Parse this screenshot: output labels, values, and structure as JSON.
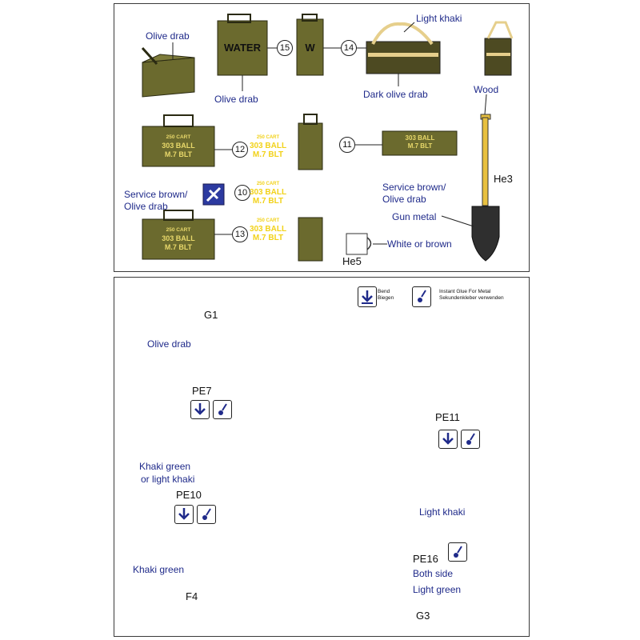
{
  "top": {
    "labels": {
      "olive_drab_1": "Olive drab",
      "olive_drab_2": "Olive drab",
      "light_khaki": "Light khaki",
      "dark_olive_drab": "Dark olive drab",
      "wood": "Wood",
      "he3": "He3",
      "service_brown_1a": "Service brown/",
      "service_brown_1b": "Olive drab",
      "service_brown_2a": "Service brown/",
      "service_brown_2b": "Olive drab",
      "gun_metal": "Gun metal",
      "white_or_brown": "White or brown",
      "he5": "He5"
    },
    "numbers": {
      "n15": "15",
      "n14": "14",
      "n12": "12",
      "n11": "11",
      "n10": "10",
      "n13": "13"
    },
    "can_text": {
      "water": "WATER",
      "w": "W"
    },
    "box_text": {
      "line1": "250 CART",
      "line2": "303 BALL",
      "line3": "M.7 BLT"
    }
  },
  "bottom": {
    "legend": {
      "bend_1": "Bend",
      "bend_2": "Biegen",
      "glue_1": "Instant Glue For Metal",
      "glue_2": "Sekundenkleber verwenden"
    },
    "labels": {
      "g1": "G1",
      "olive_drab": "Olive drab",
      "pe7": "PE7",
      "pe11": "PE11",
      "khaki_green_or": "Khaki green",
      "or_light_khaki": "or light khaki",
      "pe10": "PE10",
      "light_khaki": "Light khaki",
      "khaki_green": "Khaki green",
      "pe16": "PE16",
      "both_side": "Both side",
      "f4": "F4",
      "light_green": "Light green",
      "g3": "G3"
    }
  },
  "colors": {
    "label_blue": "#1f2a8a",
    "olive": "#6b6a2e",
    "dark_olive": "#4d4a22",
    "khaki": "#d9c27a",
    "light_khaki_strap": "#e6cf8c",
    "wood": "#e8c040",
    "gun_metal": "#2f2f2f",
    "decal_yellow": "#f2d21a"
  }
}
